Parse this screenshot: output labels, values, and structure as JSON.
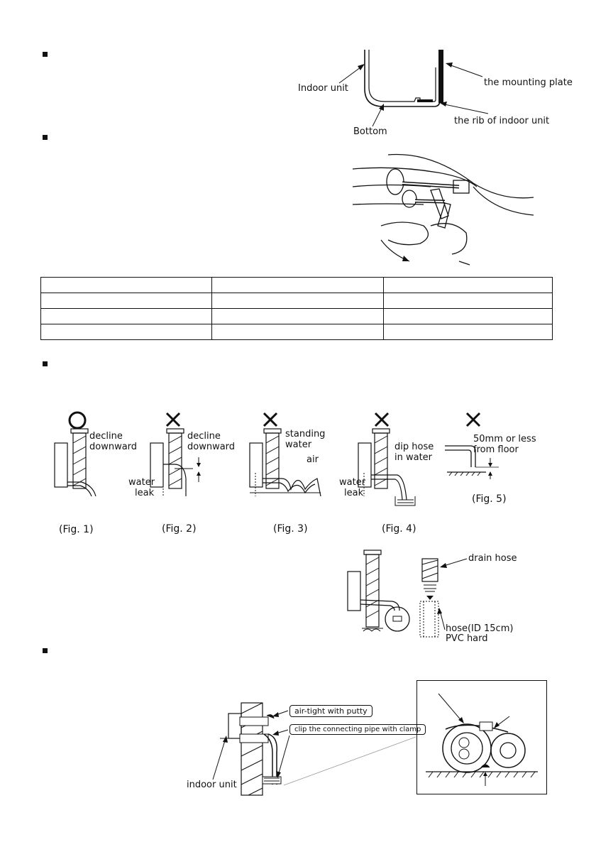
{
  "section1": {
    "labels": {
      "indoor_unit": "Indoor unit",
      "mounting_plate": "the mounting plate",
      "rib": "the rib of indoor unit",
      "bottom": "Bottom"
    }
  },
  "section2": {
    "spec_table": {
      "rows": [
        [
          "",
          "",
          ""
        ],
        [
          "",
          "",
          ""
        ],
        [
          "",
          "",
          ""
        ],
        [
          "",
          "",
          ""
        ]
      ]
    }
  },
  "section3": {
    "figures": [
      {
        "mark": "O",
        "label": "(Fig. 1)",
        "annotations": [
          "decline",
          "downward"
        ]
      },
      {
        "mark": "X",
        "label": "(Fig. 2)",
        "annotations": [
          "decline",
          "downward",
          "water",
          "leak"
        ]
      },
      {
        "mark": "X",
        "label": "(Fig. 3)",
        "annotations": [
          "standing",
          "water",
          "air"
        ]
      },
      {
        "mark": "X",
        "label": "(Fig. 4)",
        "annotations": [
          "dip hose",
          "in water",
          "water",
          "leak"
        ]
      },
      {
        "mark": "X",
        "label": "(Fig. 5)",
        "annotations": [
          "50mm or less",
          "from floor"
        ]
      }
    ],
    "drain": {
      "drain_hose": "drain hose",
      "hose_id": "hose(ID 15cm)",
      "pvc": "PVC hard"
    }
  },
  "section4": {
    "air_tight": "air-tight with putty",
    "clip": "clip the connecting pipe with clamp",
    "indoor_unit": "indoor unit"
  }
}
